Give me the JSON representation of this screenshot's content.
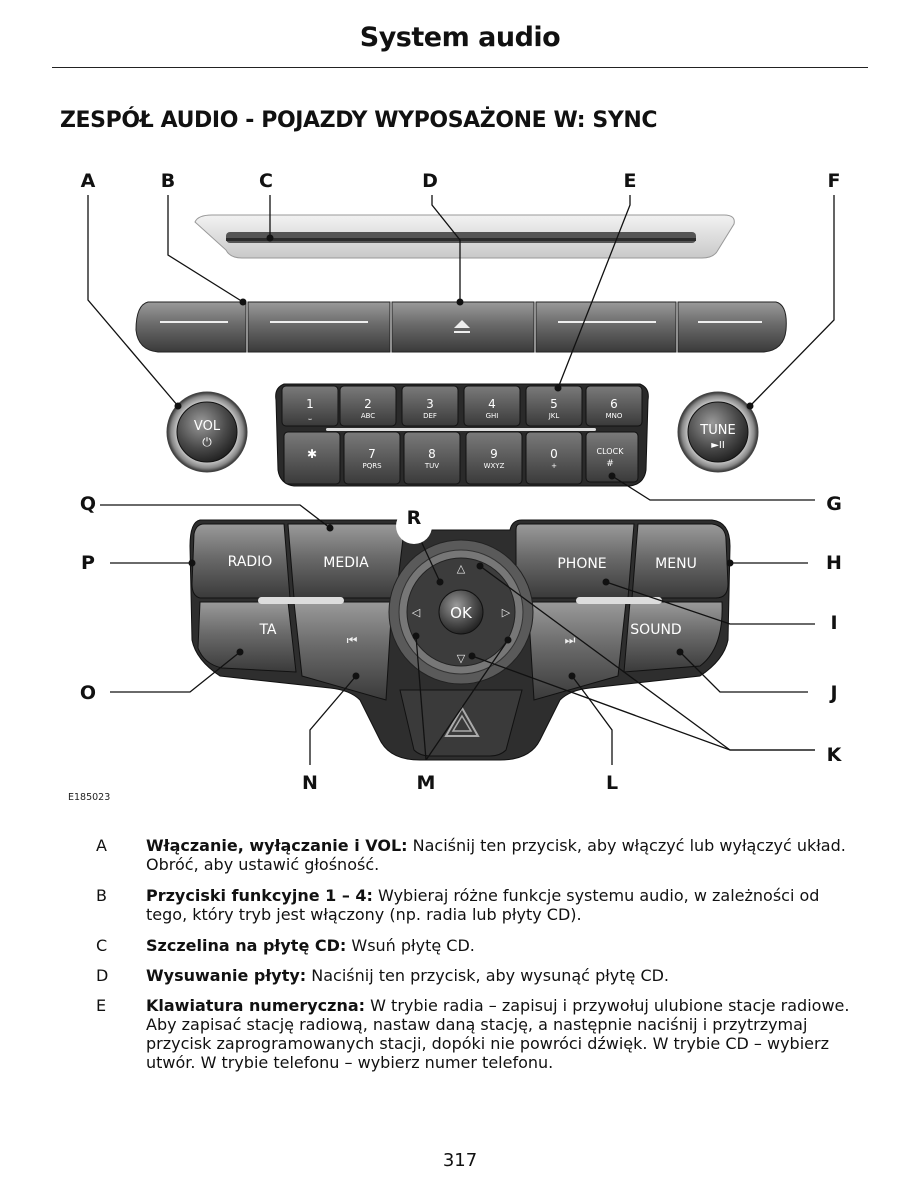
{
  "header": {
    "title": "System audio"
  },
  "section": {
    "heading": "ZESPÓŁ AUDIO - POJAZDY WYPOSAŻONE W: SYNC"
  },
  "diagram": {
    "callouts": [
      "A",
      "B",
      "C",
      "D",
      "E",
      "F",
      "G",
      "H",
      "I",
      "J",
      "K",
      "L",
      "M",
      "N",
      "O",
      "P",
      "Q",
      "R"
    ],
    "buttons": {
      "vol": "VOL",
      "tune": "TUNE",
      "tune_sub": "►II",
      "radio": "RADIO",
      "media": "MEDIA",
      "phone": "PHONE",
      "menu": "MENU",
      "ta": "TA",
      "sound": "SOUND",
      "ok": "OK",
      "clock": "CLOCK",
      "clock_sub": "#"
    },
    "keypad": [
      {
        "num": "1",
        "sub": "⎵"
      },
      {
        "num": "2",
        "sub": "ABC"
      },
      {
        "num": "3",
        "sub": "DEF"
      },
      {
        "num": "4",
        "sub": "GHI"
      },
      {
        "num": "5",
        "sub": "JKL"
      },
      {
        "num": "6",
        "sub": "MNO"
      },
      {
        "num": "✱",
        "sub": ""
      },
      {
        "num": "7",
        "sub": "PQRS"
      },
      {
        "num": "8",
        "sub": "TUV"
      },
      {
        "num": "9",
        "sub": "WXYZ"
      },
      {
        "num": "0",
        "sub": "+"
      }
    ],
    "figure_id": "E185023"
  },
  "descriptions": [
    {
      "letter": "A",
      "term": "Włączanie, wyłączanie i VOL:",
      "text": " Naciśnij ten przycisk, aby włączyć lub wyłączyć układ. Obróć, aby ustawić głośność."
    },
    {
      "letter": "B",
      "term": "Przyciski funkcyjne 1 – 4:",
      "text": " Wybieraj różne funkcje systemu audio, w zależności od tego, który tryb jest włączony (np. radia lub płyty CD)."
    },
    {
      "letter": "C",
      "term": "Szczelina na płytę CD:",
      "text": " Wsuń płytę CD."
    },
    {
      "letter": "D",
      "term": "Wysuwanie płyty:",
      "text": " Naciśnij ten przycisk, aby wysunąć płytę CD."
    },
    {
      "letter": "E",
      "term": "Klawiatura numeryczna:",
      "text": " W trybie radia – zapisuj i przywołuj ulubione stacje radiowe. Aby zapisać stację radiową, nastaw daną stację, a następnie naciśnij i przytrzymaj przycisk zaprogramowanych stacji, dopóki nie powróci dźwięk. W trybie CD – wybierz utwór. W trybie telefonu – wybierz numer telefonu."
    }
  ],
  "footer": {
    "page_number": "317"
  }
}
